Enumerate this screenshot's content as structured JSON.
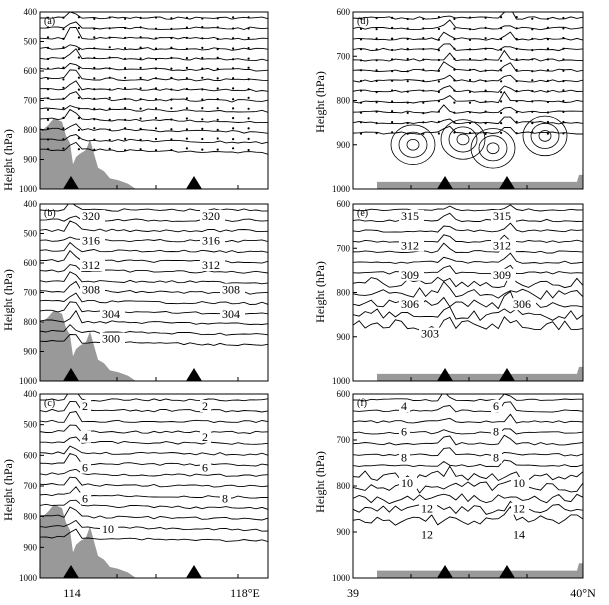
{
  "figure": {
    "y_axis_label": "Height (hPa)",
    "left_x_ticks": [
      "114",
      "118°E"
    ],
    "right_x_ticks": [
      "39",
      "40°N"
    ],
    "panels": [
      {
        "id": "a",
        "label": "(a)",
        "y_ticks": [
          "400",
          "500",
          "600",
          "700",
          "800",
          "900",
          "1000"
        ],
        "contour_labels": []
      },
      {
        "id": "b",
        "label": "(b)",
        "y_ticks": [
          "400",
          "500",
          "600",
          "700",
          "800",
          "900",
          "1000"
        ],
        "contour_labels": [
          "320",
          "320",
          "316",
          "316",
          "312",
          "312",
          "308",
          "308",
          "304",
          "304",
          "300"
        ]
      },
      {
        "id": "c",
        "label": "(c)",
        "y_ticks": [
          "400",
          "500",
          "600",
          "700",
          "800",
          "900",
          "1000"
        ],
        "contour_labels": [
          "2",
          "2",
          "4",
          "2",
          "6",
          "6",
          "6",
          "8",
          "10"
        ]
      },
      {
        "id": "d",
        "label": "(d)",
        "y_ticks": [
          "600",
          "700",
          "800",
          "900",
          "1000"
        ],
        "contour_labels": []
      },
      {
        "id": "e",
        "label": "(e)",
        "y_ticks": [
          "600",
          "700",
          "800",
          "900",
          "1000"
        ],
        "contour_labels": [
          "315",
          "315",
          "312",
          "312",
          "309",
          "309",
          "306",
          "306",
          "303"
        ]
      },
      {
        "id": "f",
        "label": "(f)",
        "y_ticks": [
          "600",
          "700",
          "800",
          "900",
          "1000"
        ],
        "contour_labels": [
          "4",
          "6",
          "6",
          "8",
          "8",
          "8",
          "10",
          "10",
          "12",
          "12",
          "12",
          "14"
        ]
      }
    ]
  }
}
